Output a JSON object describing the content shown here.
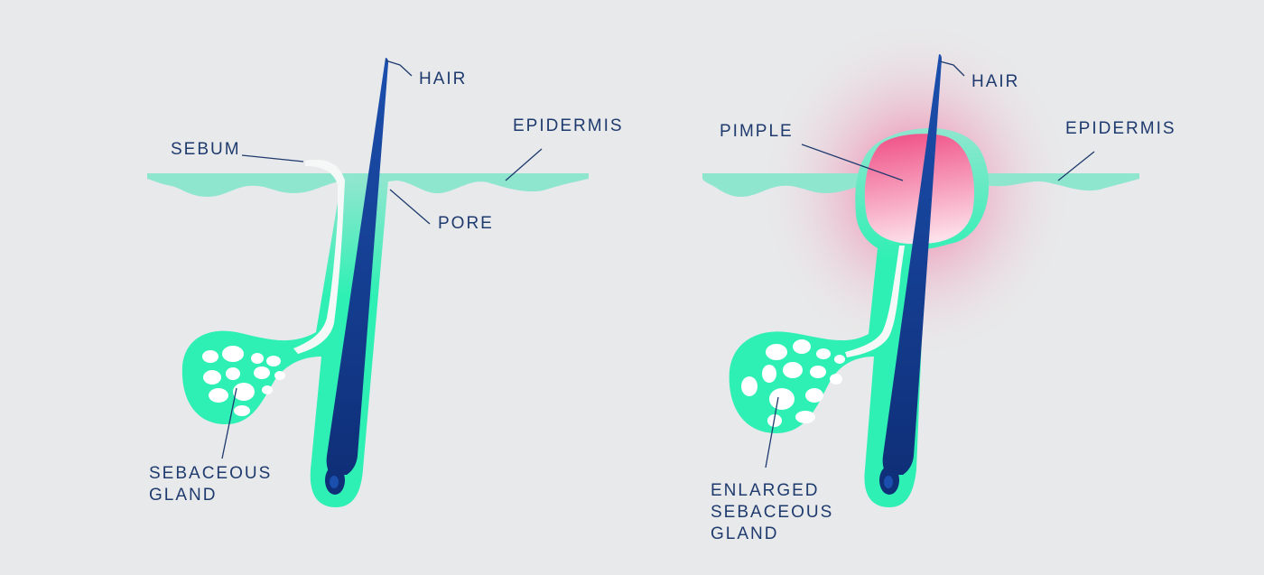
{
  "colors": {
    "background": "#e8e9ea",
    "skin": "#2ff0b4",
    "skin_light": "#8fe6cf",
    "hair": "#1b3f96",
    "hair_dark": "#0d2a6b",
    "sebum": "#f4f8f6",
    "pimple": "#f06a95",
    "label": "#1e3a6e"
  },
  "diagrams": {
    "normal": {
      "labels": {
        "hair": "HAIR",
        "epidermis": "EPIDERMIS",
        "sebum": "SEBUM",
        "pore": "PORE",
        "gland_line1": "SEBACEOUS",
        "gland_line2": "GLAND"
      }
    },
    "pimple": {
      "labels": {
        "hair": "HAIR",
        "epidermis": "EPIDERMIS",
        "pimple": "PIMPLE",
        "gland_line1": "ENLARGED",
        "gland_line2": "SEBACEOUS",
        "gland_line3": "GLAND"
      }
    }
  }
}
